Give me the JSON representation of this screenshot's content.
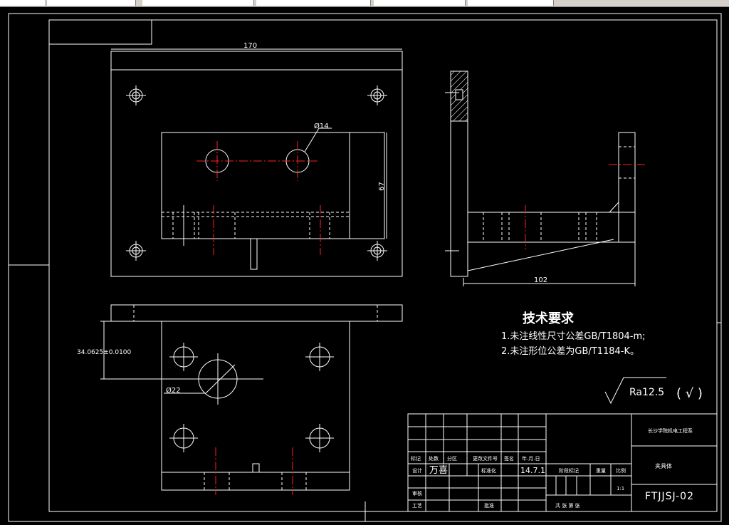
{
  "topbar": {
    "segments": [
      "",
      "",
      "",
      "",
      "",
      ""
    ]
  },
  "dimensions": {
    "width_top": "170",
    "hole_dia_top": "Ø14",
    "height_top": "67",
    "side_width": "102",
    "offset_bottom": "34.0625±0.0100",
    "hole_dia_bottom": "Ø22"
  },
  "tech_requirements": {
    "title": "技术要求",
    "line1": "1.未注线性尺寸公差GB/T1804-m;",
    "line2": "2.未注形位公差为GB/T1184-K。"
  },
  "roughness": {
    "value": "Ra12.5",
    "symbol": "( √ )"
  },
  "title_block": {
    "school": "长沙学院机电工程系",
    "part_name": "夹具体",
    "drawing_no": "FTJJSJ-02",
    "h_mark": "标记",
    "h_count": "处数",
    "h_zone": "分区",
    "h_change_doc": "更改文件号",
    "h_sign": "签名",
    "h_date": "年.月.日",
    "design": "设计",
    "designer": "万喜",
    "standardize": "标准化",
    "date": "14.7.1",
    "stage_mark": "阶段标记",
    "weight": "重量",
    "scale": "比例",
    "scale_value": "1:1",
    "review": "审核",
    "process": "工艺",
    "approve": "批准",
    "sheets": "共   张   第   张"
  }
}
